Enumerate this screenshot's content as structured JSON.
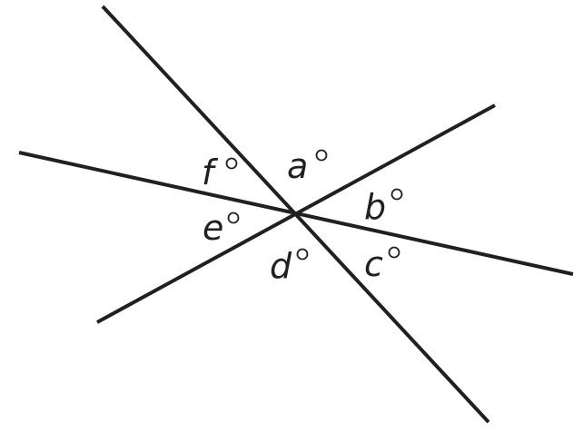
{
  "lines": [
    {
      "name": "line-1"
    },
    {
      "name": "line-2"
    },
    {
      "name": "line-3"
    }
  ],
  "angles": [
    {
      "label": "a"
    },
    {
      "label": "b"
    },
    {
      "label": "c"
    },
    {
      "label": "d"
    },
    {
      "label": "e"
    },
    {
      "label": "f"
    }
  ]
}
